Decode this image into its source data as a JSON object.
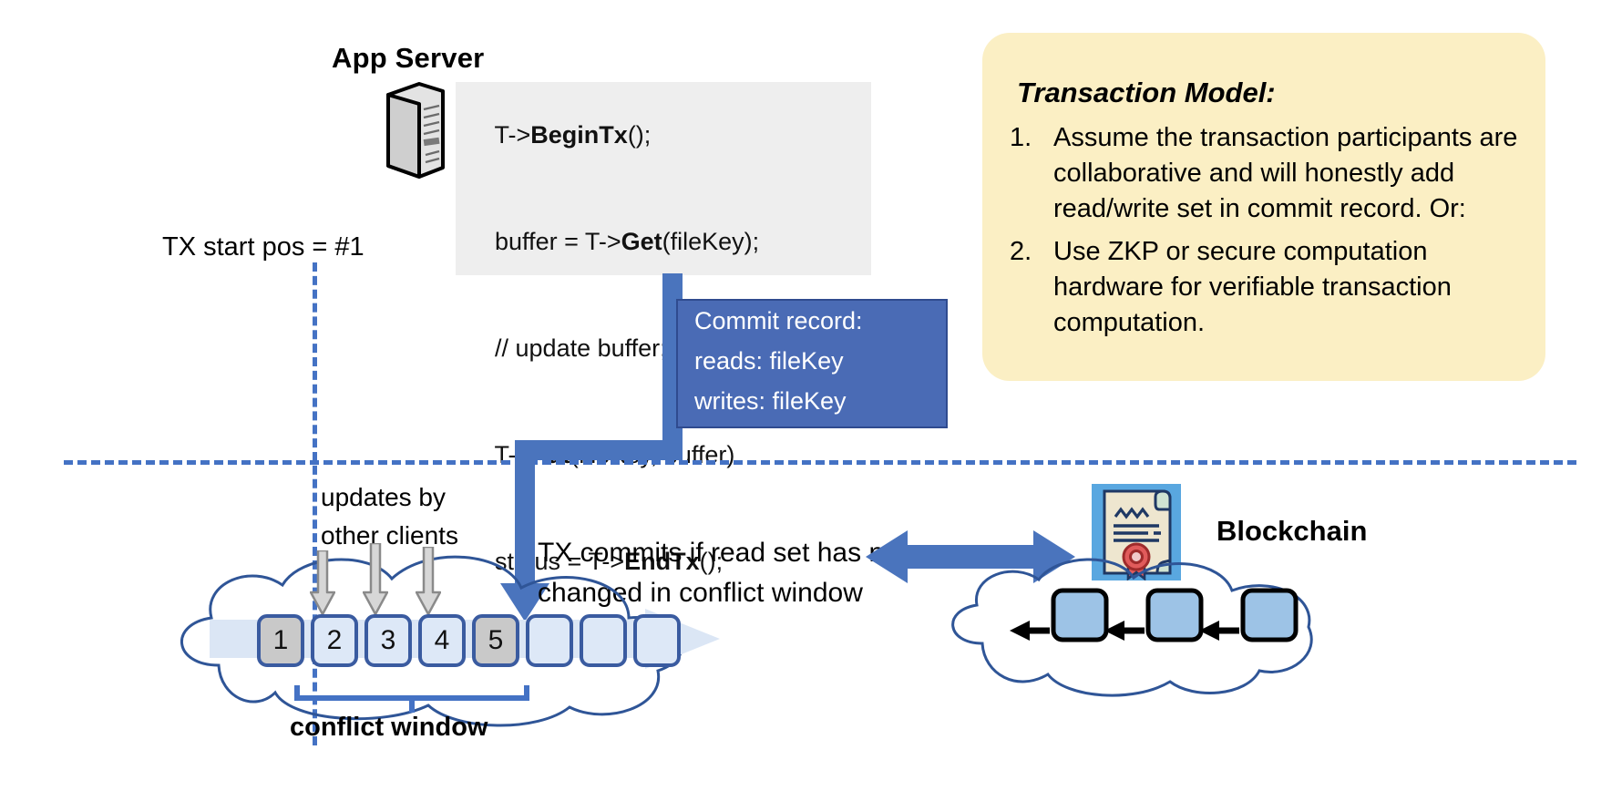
{
  "app_server": {
    "title": "App Server",
    "icon": "server-tower-icon",
    "code_lines": [
      {
        "pre": "T->",
        "bold": "BeginTx",
        "post": "();"
      },
      {
        "pre": "buffer = T->",
        "bold": "Get",
        "post": "(fileKey);"
      },
      {
        "pre": "// update buffer;",
        "bold": "",
        "post": ""
      },
      {
        "pre": "T->",
        "bold": "Put",
        "post": "(fileKey, buffer)"
      },
      {
        "pre": "status = T->",
        "bold": "EndTx",
        "post": "();"
      }
    ]
  },
  "tx_start": {
    "label": "TX start pos = #1"
  },
  "commit_record": {
    "lines": [
      "Commit record:",
      "reads: fileKey",
      "writes: fileKey"
    ]
  },
  "annotations": {
    "updates_by_other_clients": "updates by\nother clients",
    "updates_line1": "updates by",
    "updates_line2": "other clients",
    "tx_commits_line1": "TX commits if read set has not",
    "tx_commits_line2": "changed in conflict window",
    "conflict_window": "conflict window"
  },
  "log": {
    "boxes": [
      {
        "label": "1",
        "state": "filled"
      },
      {
        "label": "2",
        "state": "empty"
      },
      {
        "label": "3",
        "state": "empty"
      },
      {
        "label": "4",
        "state": "empty"
      },
      {
        "label": "5",
        "state": "filled"
      },
      {
        "label": "",
        "state": "empty"
      },
      {
        "label": "",
        "state": "empty"
      },
      {
        "label": "",
        "state": "empty"
      }
    ],
    "client_update_arrows": 3,
    "commit_arrow_target": "5"
  },
  "blockchain": {
    "label": "Blockchain",
    "cert_icon": "certificate-seal-icon",
    "blocks": 3,
    "link_direction": "left"
  },
  "transaction_model": {
    "title": "Transaction Model:",
    "items": [
      {
        "num": "1.",
        "text": "Assume the transaction participants are collaborative and will honestly add read/write set in commit record.  Or:"
      },
      {
        "num": "2.",
        "text": "Use ZKP or secure computation hardware for verifiable transaction computation."
      }
    ]
  },
  "colors": {
    "accent_blue": "#4472c4",
    "commit_box": "#4a6bb5",
    "connector": "#4a74bd",
    "card_yellow": "#fbefc4",
    "log_box_fill": "#dde8f7",
    "log_box_filled": "#c9c9c9",
    "log_box_border": "#3a5ba0",
    "cloud_stroke": "#2f5597",
    "chain_block": "#9dc3e6"
  }
}
